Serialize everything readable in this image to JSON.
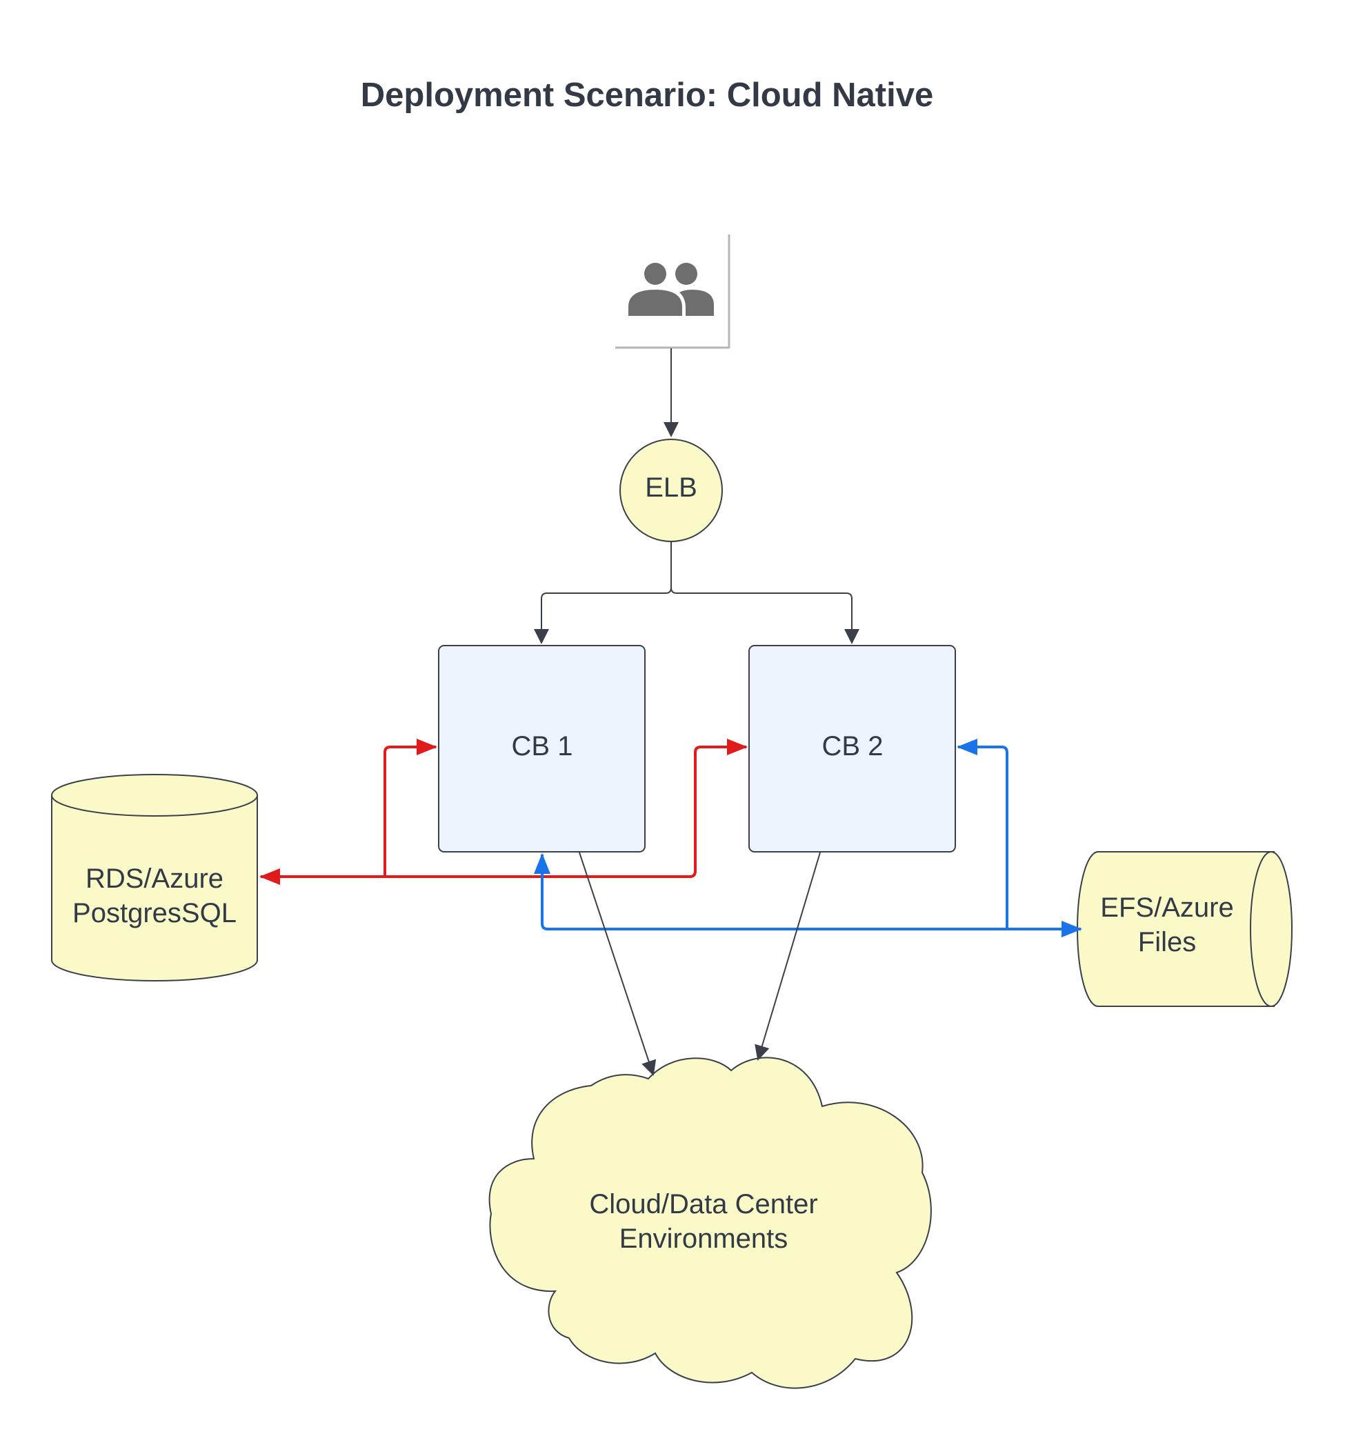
{
  "title": "Deployment Scenario: Cloud Native",
  "nodes": {
    "users": {
      "icon": "users-icon"
    },
    "elb": {
      "label": "ELB"
    },
    "cb1": {
      "label": "CB 1"
    },
    "cb2": {
      "label": "CB 2"
    },
    "rds": {
      "line1": "RDS/Azure",
      "line2": "PostgresSQL"
    },
    "efs": {
      "line1": "EFS/Azure",
      "line2": "Files"
    },
    "cloud": {
      "line1": "Cloud/Data Center",
      "line2": "Environments"
    }
  },
  "colors": {
    "text": "#333a45",
    "node_fill_yellow": "#fafac8",
    "node_fill_blue": "#eef4fe",
    "stroke": "#3a3f4a",
    "db_link": "#e01b1b",
    "file_link": "#1a73e8",
    "icon": "#6e6e6e"
  }
}
